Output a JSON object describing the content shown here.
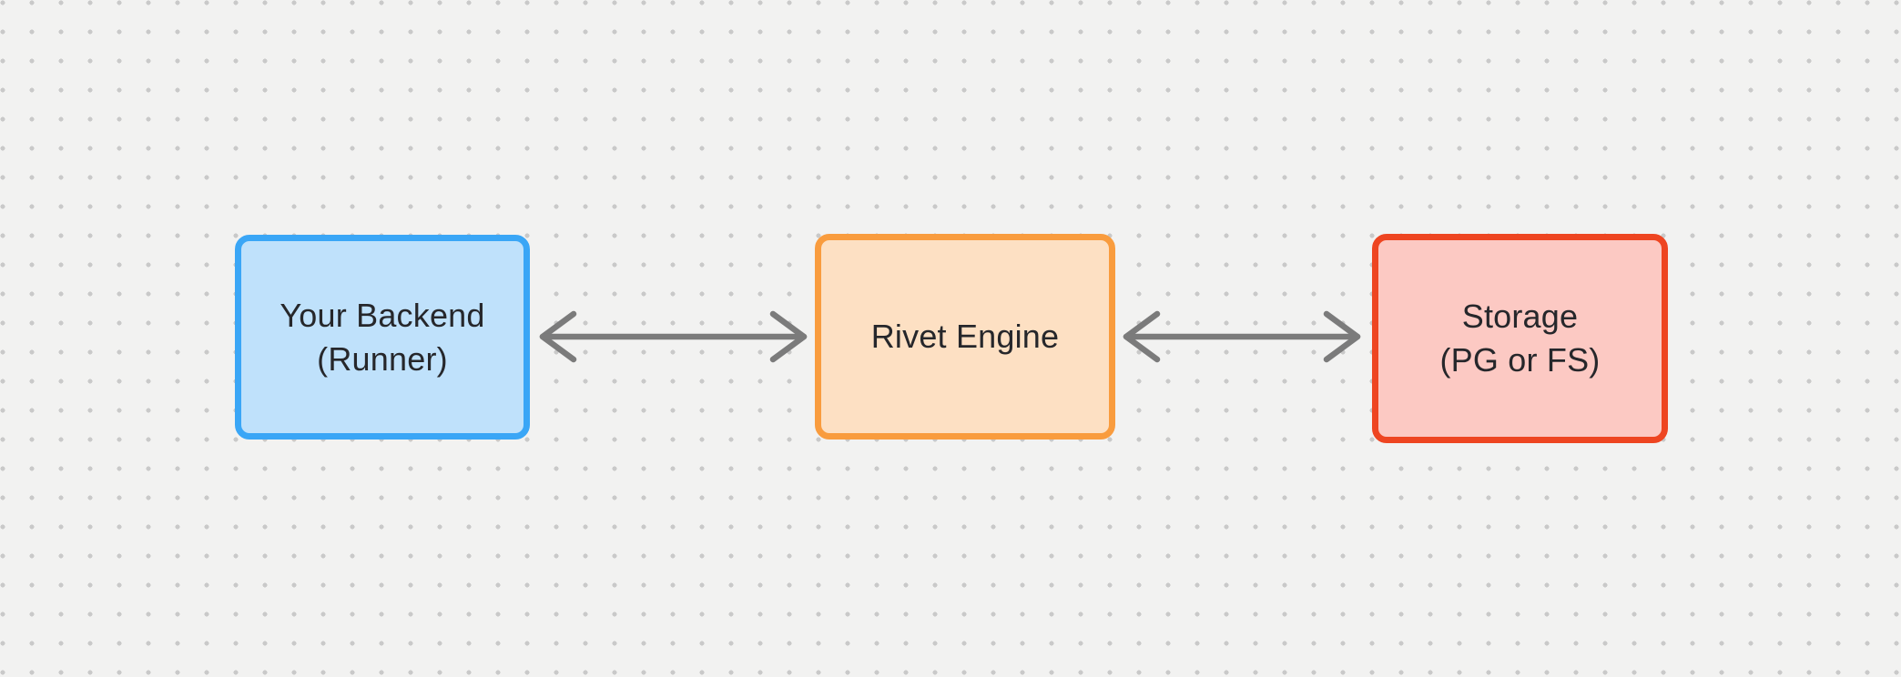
{
  "theme": {
    "background_color": "#f2f2f1",
    "grid_dot_color": "#c9c9c9",
    "text_color": "#26272b",
    "arrow_color": "#7b7b7b"
  },
  "diagram": {
    "nodes": [
      {
        "id": "your-backend",
        "lines": [
          "Your Backend",
          "(Runner)"
        ],
        "border_color": "#3aa6f6",
        "fill_color": "#bfe1fb"
      },
      {
        "id": "rivet-engine",
        "lines": [
          "Rivet Engine"
        ],
        "border_color": "#f99c3e",
        "fill_color": "#fde0c3"
      },
      {
        "id": "storage",
        "lines": [
          "Storage",
          "(PG or FS)"
        ],
        "border_color": "#ee4521",
        "fill_color": "#fcc9c3"
      }
    ],
    "edges": [
      {
        "id": "backend-engine",
        "type": "double-arrow",
        "color": "#7b7b7b"
      },
      {
        "id": "engine-storage",
        "type": "double-arrow",
        "color": "#7b7b7b"
      }
    ]
  }
}
